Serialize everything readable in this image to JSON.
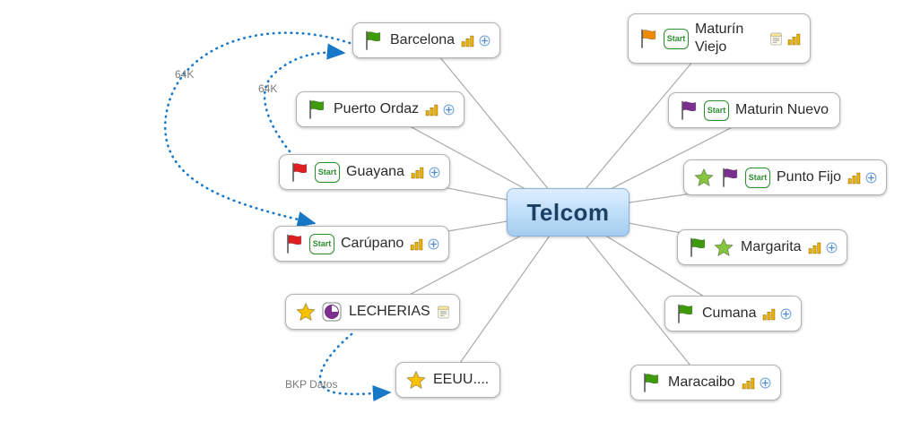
{
  "root": {
    "label": "Telcom"
  },
  "icons": {
    "start_label": "Start"
  },
  "edges": {
    "a_label": "64K",
    "b_label": "64K",
    "c_label": "BKP Datos"
  },
  "nodes": [
    {
      "id": "barcelona",
      "label": "Barcelona",
      "icons": [
        "green-flag"
      ],
      "trailing": [
        "bar-chart",
        "expand"
      ]
    },
    {
      "id": "puerto-ordaz",
      "label": "Puerto Ordaz",
      "icons": [
        "green-flag"
      ],
      "trailing": [
        "bar-chart",
        "expand"
      ]
    },
    {
      "id": "guayana",
      "label": "Guayana",
      "icons": [
        "red-flag",
        "start-badge"
      ],
      "trailing": [
        "bar-chart",
        "expand"
      ]
    },
    {
      "id": "carupano",
      "label": "Carúpano",
      "icons": [
        "red-flag",
        "start-badge"
      ],
      "trailing": [
        "bar-chart",
        "expand"
      ]
    },
    {
      "id": "lecherias",
      "label": "LECHERIAS",
      "icons": [
        "yellow-star",
        "progress"
      ],
      "trailing": [
        "memo"
      ]
    },
    {
      "id": "eeuu",
      "label": "EEUU....",
      "icons": [
        "yellow-star"
      ],
      "trailing": []
    },
    {
      "id": "maturin-viejo",
      "label": "Maturín Viejo",
      "icons": [
        "orange-flag",
        "start-badge"
      ],
      "trailing": [
        "memo",
        "bar-chart"
      ]
    },
    {
      "id": "maturin-nuevo",
      "label": "Maturin Nuevo",
      "icons": [
        "purple-flag",
        "start-badge"
      ],
      "trailing": []
    },
    {
      "id": "punto-fijo",
      "label": "Punto Fijo",
      "icons": [
        "green-star",
        "purple-flag",
        "start-badge"
      ],
      "trailing": [
        "bar-chart",
        "expand"
      ]
    },
    {
      "id": "margarita",
      "label": "Margarita",
      "icons": [
        "green-flag",
        "green-star"
      ],
      "trailing": [
        "bar-chart",
        "expand"
      ]
    },
    {
      "id": "cumana",
      "label": "Cumana",
      "icons": [
        "green-flag"
      ],
      "trailing": [
        "bar-chart",
        "expand"
      ]
    },
    {
      "id": "maracaibo",
      "label": "Maracaibo",
      "icons": [
        "green-flag"
      ],
      "trailing": [
        "bar-chart",
        "expand"
      ]
    }
  ],
  "colors": {
    "connector_blue": "#1878c8",
    "line_gray": "#aaaaaa",
    "green_flag": "#3d9b0c",
    "red_flag": "#e02020",
    "orange_flag": "#f08b00",
    "purple_flag": "#7b2f8e",
    "yellow_star": "#f8c200",
    "green_star": "#86c440",
    "root_text": "#1c3f66"
  }
}
